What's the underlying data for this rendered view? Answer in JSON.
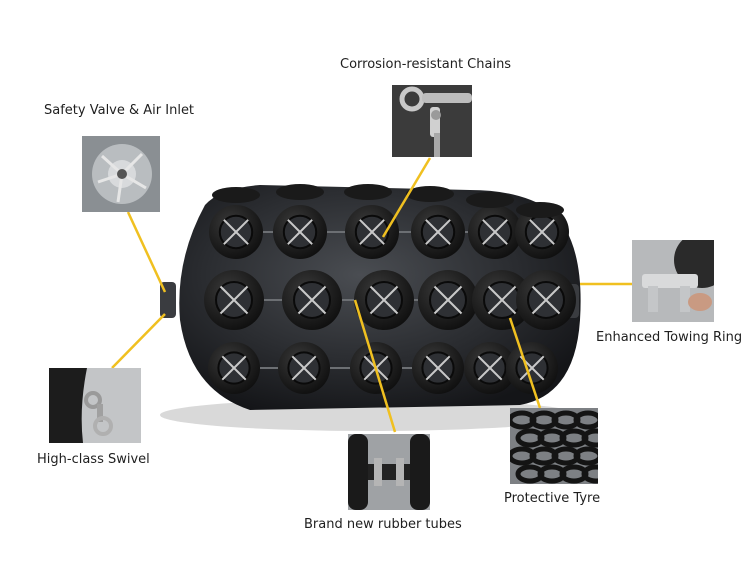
{
  "labels": {
    "chains": "Corrosion-resistant Chains",
    "valve": "Safety Valve & Air Inlet",
    "towing": "Enhanced Towing Ring",
    "swivel": "High-class Swivel",
    "tubes": "Brand new rubber tubes",
    "tyre": "Protective Tyre"
  },
  "colors": {
    "leader_line": "#f0c020",
    "fender_body": "#2a2c30",
    "tyre": "#1c1c1c",
    "background": "#ffffff"
  }
}
